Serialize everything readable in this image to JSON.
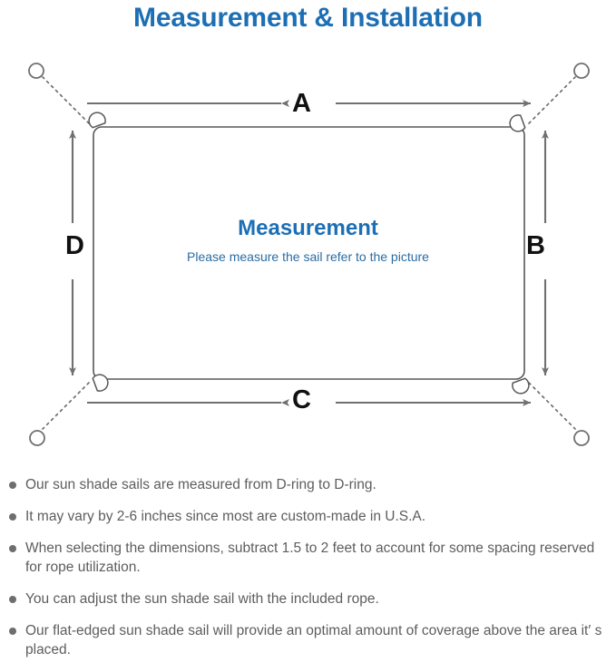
{
  "title": "Measurement & Installation",
  "colors": {
    "title_blue": "#1c6fb4",
    "subtitle_blue": "#2b6ca3",
    "line_gray": "#6f7072",
    "sail_outline": "#57585a",
    "note_text": "#5d5d5d",
    "bullet": "#6e6e6e"
  },
  "diagram": {
    "center_title": "Measurement",
    "center_subtitle": "Please measure the sail refer to the picture",
    "dimension_labels": {
      "top": "A",
      "right": "B",
      "bottom": "C",
      "left": "D"
    },
    "icons": {
      "d_ring": "d-ring-icon",
      "anchor_ring": "anchor-ring-icon",
      "rope": "dotted-rope-line",
      "arrow": "double-headed-arrow"
    }
  },
  "notes": [
    "Our sun shade sails are measured from D-ring to D-ring.",
    "It may vary by 2-6 inches since most are custom-made in U.S.A.",
    "When selecting the dimensions, subtract 1.5 to 2 feet to account for some spacing reserved for rope utilization.",
    "You can adjust the sun shade sail with the included rope.",
    "Our flat-edged sun shade sail will provide an optimal amount of coverage above the area it′ s placed."
  ]
}
